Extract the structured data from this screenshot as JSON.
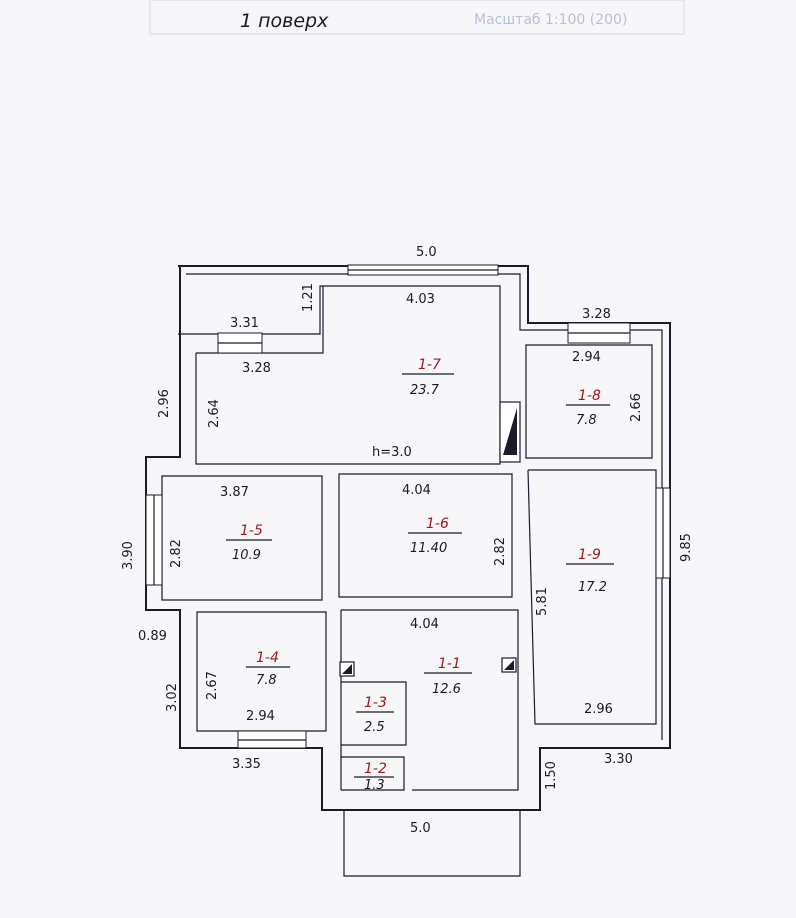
{
  "header": {
    "floor_label": "1 поверх",
    "scale_stamp": "Масштаб 1:100 (200)"
  },
  "rooms": [
    {
      "id": "1-7",
      "area": "23.7"
    },
    {
      "id": "1-8",
      "area": "7.8"
    },
    {
      "id": "1-5",
      "area": "10.9"
    },
    {
      "id": "1-6",
      "area": "11.40"
    },
    {
      "id": "1-9",
      "area": "17.2"
    },
    {
      "id": "1-4",
      "area": "7.8"
    },
    {
      "id": "1-1",
      "area": "12.6"
    },
    {
      "id": "1-3",
      "area": "2.5"
    },
    {
      "id": "1-2",
      "area": "1.3"
    }
  ],
  "ceiling_height": "h=3.0",
  "dimensions": {
    "top_overall": "5.0",
    "room_1_7_width": "4.03",
    "porch_depth": "1.21",
    "top_left_outer": "3.31",
    "top_left_inner": "3.28",
    "room_1_7_depth": "2.64",
    "left_upper": "2.96",
    "room_1_8_outer": "3.28",
    "room_1_8_width": "2.94",
    "room_1_8_depth": "2.66",
    "room_1_5_width": "3.87",
    "room_1_5_depth": "2.82",
    "left_middle": "3.90",
    "room_1_6_width": "4.04",
    "room_1_6_depth": "2.82",
    "room_1_9_depth": "5.81",
    "right_overall": "9.85",
    "left_offset": "0.89",
    "room_1_4_depth": "2.67",
    "left_lower": "3.02",
    "room_1_4_width": "2.94",
    "room_1_1_width": "4.04",
    "room_1_9_width": "2.96",
    "bottom_left": "3.35",
    "right_step": "1.50",
    "bottom_right": "3.30",
    "bottom_overall": "5.0"
  }
}
